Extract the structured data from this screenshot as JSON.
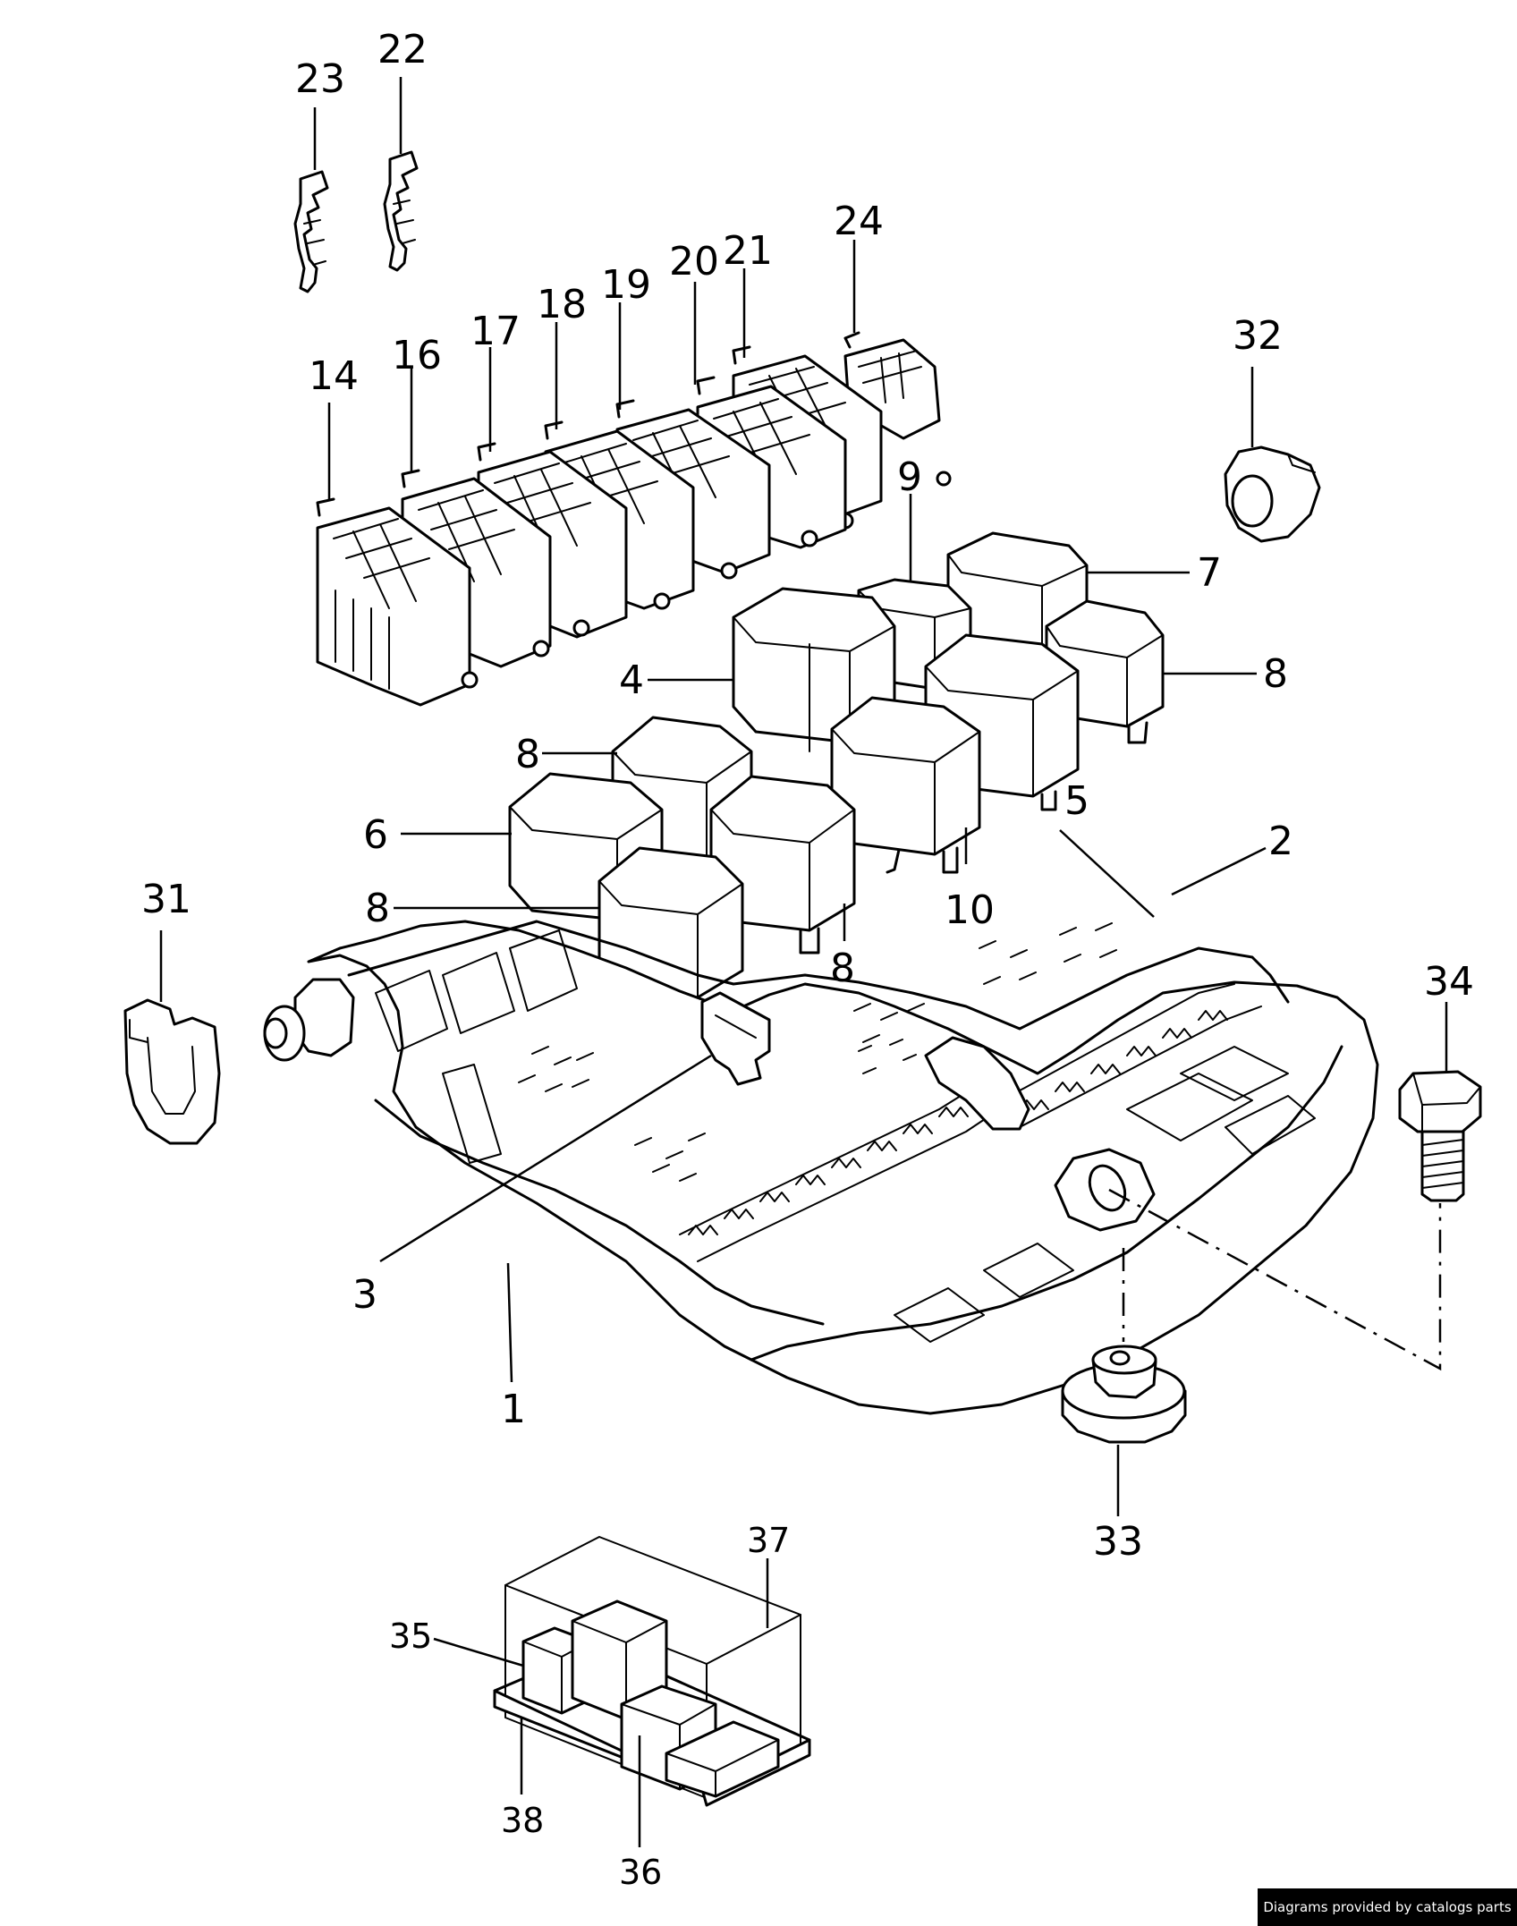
{
  "callouts": {
    "c1": "1",
    "c2": "2",
    "c3": "3",
    "c4": "4",
    "c5": "5",
    "c6": "6",
    "c7": "7",
    "c8": "8",
    "c9": "9",
    "c10": "10",
    "c14": "14",
    "c16": "16",
    "c17": "17",
    "c18": "18",
    "c19": "19",
    "c20": "20",
    "c21": "21",
    "c22": "22",
    "c23": "23",
    "c24": "24",
    "c31": "31",
    "c32": "32",
    "c33": "33",
    "c34": "34",
    "c35": "35",
    "c36": "36",
    "c37": "37",
    "c38": "38"
  },
  "credit": "Diagrams provided by catalogs parts"
}
